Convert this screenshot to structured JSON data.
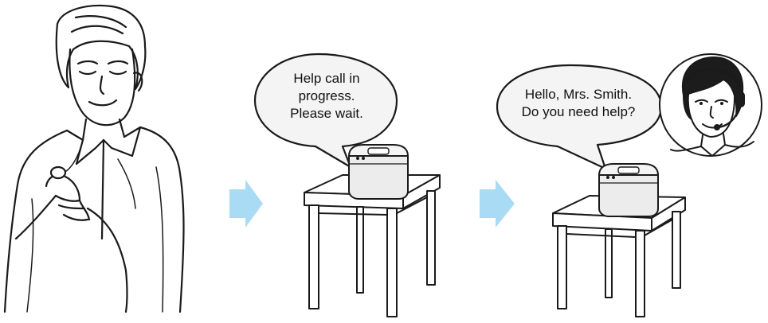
{
  "panels": [
    {
      "id": "user-pressing-button"
    },
    {
      "id": "device-calling",
      "bubble_lines": [
        "Help call in",
        "progress.",
        "Please wait."
      ]
    },
    {
      "id": "operator-answering",
      "bubble_lines": [
        "Hello, Mrs. Smith.",
        "Do you need help?"
      ]
    }
  ],
  "arrow_color": "#a9dcf4",
  "line_color": "#1a1a1a",
  "bubble_fill": "#f4f4f4",
  "device_fill": "#ececec"
}
